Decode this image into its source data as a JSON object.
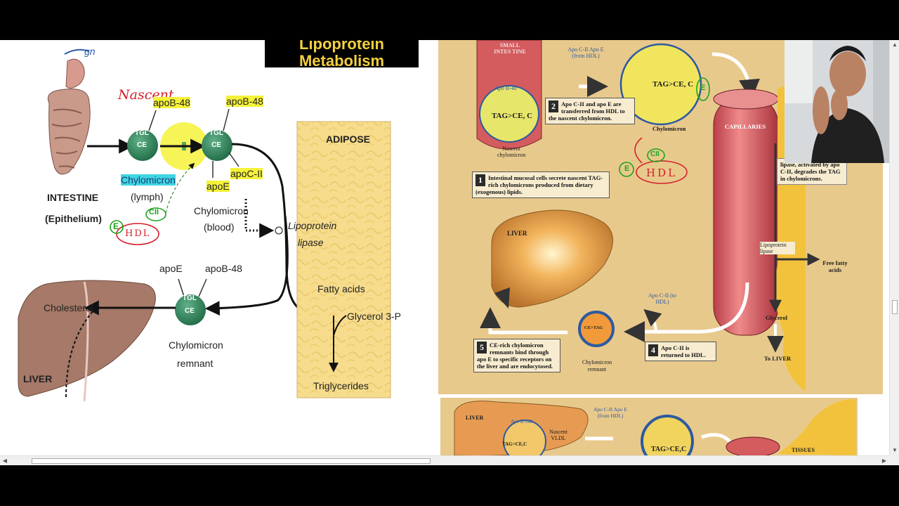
{
  "left_slide": {
    "title": "Lipoprotein Metabolism",
    "handwritten": {
      "nascent": "Nascent",
      "top_scribble": "gn",
      "hdl": "HDL",
      "e": "E",
      "cii": "CII"
    },
    "labels": {
      "intestine": "INTESTINE",
      "epithelium": "(Epithelium)",
      "apob48_a": "apoB-48",
      "apob48_b": "apoB-48",
      "apob48_c": "apoB-48",
      "tgl_a": "TGL",
      "ce_a": "CE",
      "tgl_b": "TGL",
      "ce_b": "CE",
      "tgl_c": "TGL",
      "ce_c": "CE",
      "chylomicron_lymph": "Chylomicron",
      "lymph": "(lymph)",
      "apoc2": "apoC-II",
      "apoe_a": "apoE",
      "apoe_b": "apoE",
      "chylomicron_blood": "Chylomicron",
      "blood": "(blood)",
      "lipoprotein": "Lipoprotein",
      "lipase": "lipase",
      "adipose": "ADIPOSE",
      "fatty_acids": "Fatty acids",
      "glycerol3p": "Glycerol 3-P",
      "triglycerides": "Triglycerides",
      "cholesterol": "Cholesterol",
      "liver": "LIVER",
      "chylomicron_remnant": "Chylomicron",
      "remnant": "remnant",
      "plus": "+"
    }
  },
  "right_scan": {
    "small_intestine": "SMALL INTES TINE",
    "apo_b48": "Apo B-48",
    "tag_ce_c": "TAG>CE, C",
    "nascent_chylomicron": "Nascent chylomicron",
    "apo_cii_e_from_hdl": "Apo C-II Apo E (from HDL)",
    "apo_cii": "Apo C-II",
    "apo_e": "Apo E",
    "from_hdl": "(from HDL)",
    "tag_ce_c_big": "TAG>CE, C",
    "chylomicron": "Chylomicron",
    "capillaries": "CAPILLARIES",
    "step1_num": "1",
    "step1": "Intestinal mucosal cells secrete nascent TAG-rich chylomicrons produced from dietary (exogenous) lipids.",
    "step2_num": "2",
    "step2": "Apo C-II and apo E are transferred from HDL to the nascent chylomicron.",
    "step3": "lipase, activated by apo C-II, degrades the TAG in chylomicrons.",
    "liver": "LIVER",
    "lipoprotein_lipase": "Lipoprotein lipase",
    "free_fatty_acids": "Free fatty acids",
    "glycerol": "Glycerol",
    "to_liver": "To LIVER",
    "apo_cii_to_hdl": "Apo C-II (to HDL)",
    "step4_num": "4",
    "step4": "Apo C-II is returned to HDL.",
    "step5_num": "5",
    "step5": "CE-rich chylomicron remnants bind through apo E to specific receptors on the liver and are endocytosed.",
    "remnant_label": "Chylomicron remnant",
    "ce_tag": "CE>TAG",
    "apo_e_small": "Apo E",
    "apo_b48_small": "Apo B-48",
    "annot_hdl": "HDL",
    "annot_e": "E",
    "annot_cii": "CII",
    "annot_e2": "E"
  },
  "scan_lower": {
    "liver": "LIVER",
    "apo_b100": "Apo B-100",
    "tag_ce_c": "TAG>CE,C",
    "nascent_vldl": "Nascent VLDL",
    "apo_cii_e": "Apo C-II Apo E (from HDL)",
    "tag_ce_c_big": "TAG>CE,C",
    "tissues": "TISSUES"
  },
  "colors": {
    "highlight": "#f5f23a",
    "lipoprotein_green": "#2e7d55",
    "liver_brown": "#a67968",
    "adipose_yellow": "#f6dc8c",
    "scan_bg": "#e8c98c",
    "annotation_red": "#d41f2a",
    "annotation_green": "#1ea31e"
  },
  "scrollbar": {
    "up_icon": "▲",
    "down_icon": "▼",
    "left_icon": "◀",
    "right_icon": "▶"
  }
}
